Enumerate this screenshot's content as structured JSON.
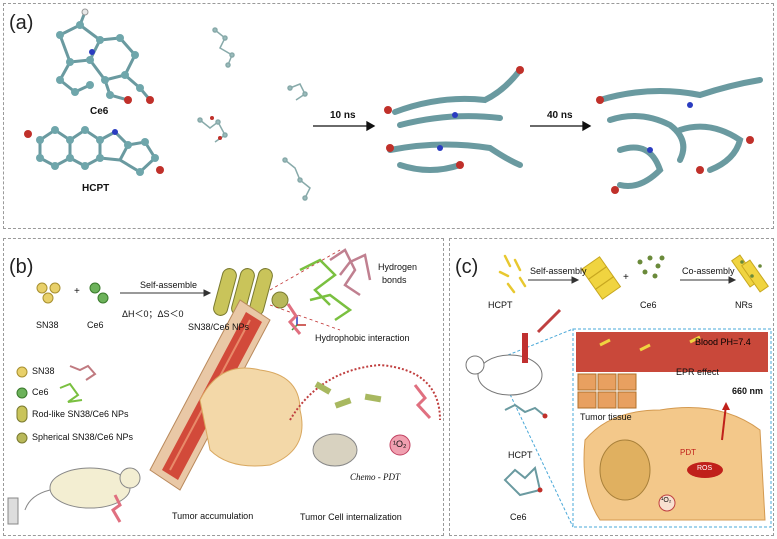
{
  "panel_a": {
    "letter": "(a)",
    "ce6_label": "Ce6",
    "hcpt_label": "HCPT",
    "step1": "10 ns",
    "step2": "40 ns"
  },
  "panel_b": {
    "letter": "(b)",
    "sn38": "SN38",
    "plus": "+",
    "ce6": "Ce6",
    "self_assemble": "Self-assemble",
    "thermo": "ΔH＜0；ΔS＜0",
    "nps": "SN38/Ce6 NPs",
    "hydrogen_bonds_line1": "Hydrogen",
    "hydrogen_bonds_line2": "bonds",
    "hydrophobic": "Hydrophobic interaction",
    "legend": [
      "SN38",
      "Ce6",
      "Rod-like SN38/Ce6 NPs",
      "Spherical SN38/Ce6 NPs"
    ],
    "tumor_accumulation": "Tumor accumulation",
    "internalization": "Tumor Cell internalization",
    "chemo_pdt": "Chemo - PDT",
    "singlet_oxygen": "¹O₂"
  },
  "panel_c": {
    "letter": "(c)",
    "hcpt": "HCPT",
    "self_assembly": "Self-assembly",
    "plus": "+",
    "ce6": "Ce6",
    "co_assembly": "Co-assembly",
    "nrs": "NRs",
    "blood_ph": "Blood PH=7.4",
    "epr": "EPR effect",
    "tumor_tissue": "Tumor tissue",
    "wavelength": "660 nm",
    "pdt": "PDT",
    "ros": "ROS",
    "hcpt_mol": "HCPT",
    "ce6_mol": "Ce6",
    "singlet_oxygen": "¹O₂"
  }
}
